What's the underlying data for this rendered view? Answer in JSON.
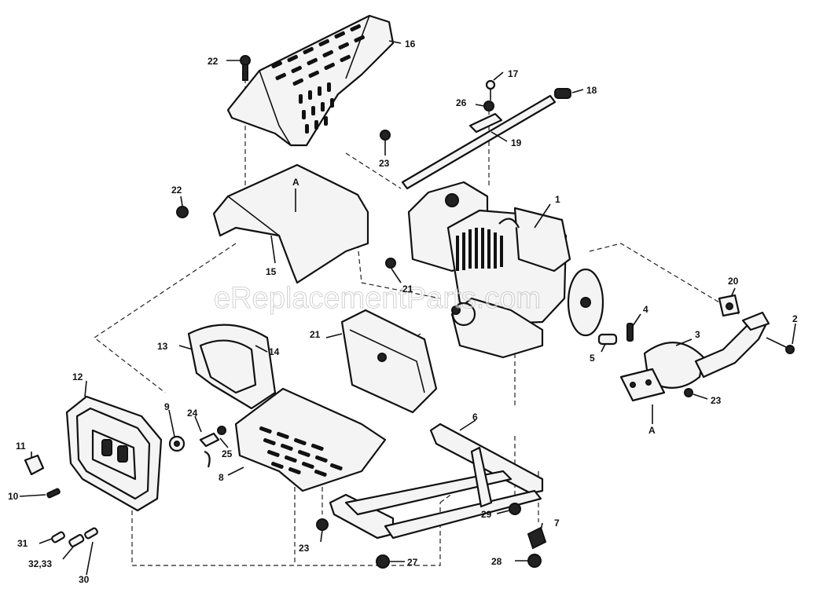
{
  "watermark": "eReplacementParts.com",
  "view_markers": [
    "A",
    "A"
  ],
  "callouts": {
    "c1": "1",
    "c2": "2",
    "c3": "3",
    "c4": "4",
    "c5": "5",
    "c6": "6",
    "c7": "7",
    "c8": "8",
    "c9": "9",
    "c10": "10",
    "c11": "11",
    "c12": "12",
    "c13": "13",
    "c14": "14",
    "c15": "15",
    "c16": "16",
    "c17": "17",
    "c18": "18",
    "c19": "19",
    "c20": "20",
    "c21a": "21",
    "c21b": "21",
    "c22a": "22",
    "c22b": "22",
    "c23a": "23",
    "c23b": "23",
    "c23c": "23",
    "c24": "24",
    "c25": "25",
    "c26": "26",
    "c27": "27",
    "c28": "28",
    "c29": "29",
    "c30": "30",
    "c31": "31",
    "c3233": "32,33"
  }
}
